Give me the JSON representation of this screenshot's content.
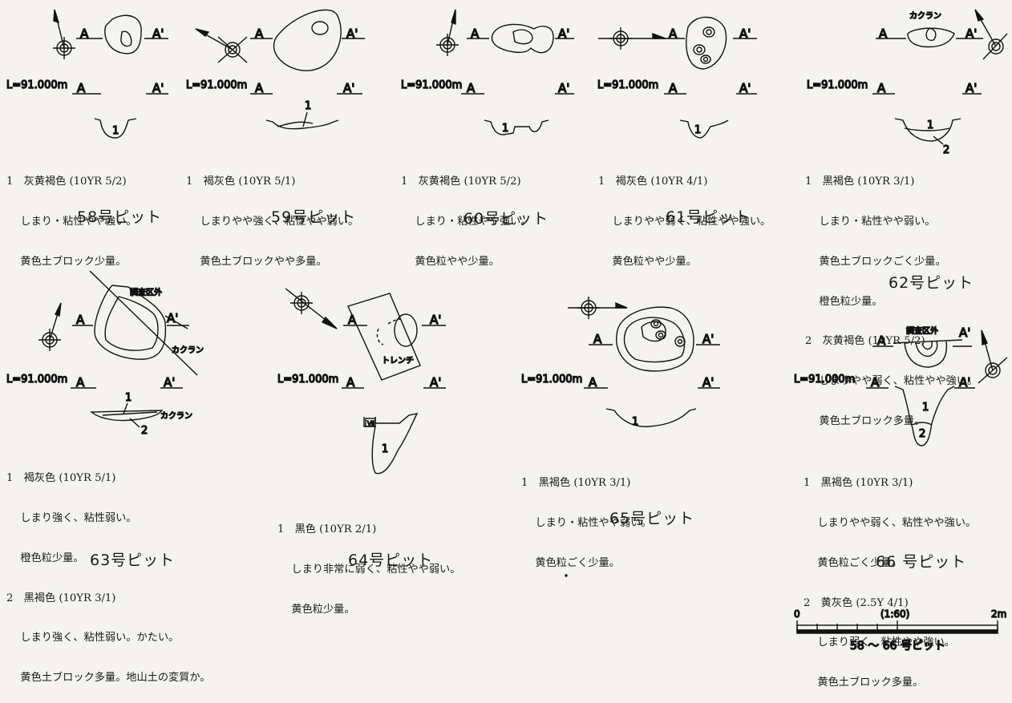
{
  "page_title": "58 ～ 66 号ピット",
  "scale": {
    "left": "0",
    "ratio": "(1:60)",
    "right": "2m"
  },
  "common": {
    "level": "L=91.000m",
    "a": "A",
    "a_prime": "A'"
  },
  "annotations": {
    "crack": "カクラン",
    "outside": "調査区外",
    "trench": "トレンチ"
  },
  "layer_marks": {
    "layer1": "1",
    "layer2": "2",
    "roman": "Ⅶ"
  },
  "pits": [
    {
      "name": "58号ピット",
      "layers": [
        "1　灰黄褐色 (10YR 5/2)",
        "　 しまり・粘性やや強い。",
        "　 黄色土ブロック少量。"
      ]
    },
    {
      "name": "59号ピット",
      "layers": [
        "1　褐灰色 (10YR 5/1)",
        "　 しまりやや強く、粘性やや弱い。",
        "　 黄色土ブロックやや多量。"
      ]
    },
    {
      "name": "60号ピット",
      "layers": [
        "1　灰黄褐色 (10YR 5/2)",
        "　 しまり・粘性やや強い。",
        "　 黄色粒やや少量。"
      ]
    },
    {
      "name": "61号ピット",
      "layers": [
        "1　褐灰色 (10YR 4/1)",
        "　 しまりやや弱く、粘性やや強い。",
        "　 黄色粒やや少量。"
      ]
    },
    {
      "name": "62号ピット",
      "layers": [
        "1　黒褐色 (10YR 3/1)",
        "　 しまり・粘性やや弱い。",
        "　 黄色土ブロックごく少量。",
        "　 橙色粒少量。",
        "2　灰黄褐色 (10YR 5/2)",
        "　 しまりやや弱く、粘性やや強い。",
        "　 黄色土ブロック多量。"
      ]
    },
    {
      "name": "63号ピット",
      "layers": [
        "1　褐灰色 (10YR 5/1)",
        "　 しまり強く、粘性弱い。",
        "　 橙色粒少量。",
        "2　黒褐色 (10YR 3/1)",
        "　 しまり強く、粘性弱い。かたい。",
        "　 黄色土ブロック多量。地山土の変質か。"
      ]
    },
    {
      "name": "64号ピット",
      "layers": [
        "1　黒色 (10YR 2/1)",
        "　 しまり非常に弱く、粘性やや弱い。",
        "　 黄色粒少量。"
      ]
    },
    {
      "name": "65号ピット",
      "layers": [
        "1　黒褐色 (10YR 3/1)",
        "　 しまり・粘性やや弱い。",
        "　 黄色粒ごく少量。"
      ]
    },
    {
      "name": "66 号ピット",
      "layers": [
        "1　黒褐色 (10YR 3/1)",
        "　 しまりやや弱く、粘性やや強い。",
        "　 黄色粒ごく少量。",
        "2　黄灰色 (2.5Y 4/1)",
        "　 しまり弱く、粘性やや強い。",
        "　 黄色土ブロック多量。"
      ]
    }
  ]
}
